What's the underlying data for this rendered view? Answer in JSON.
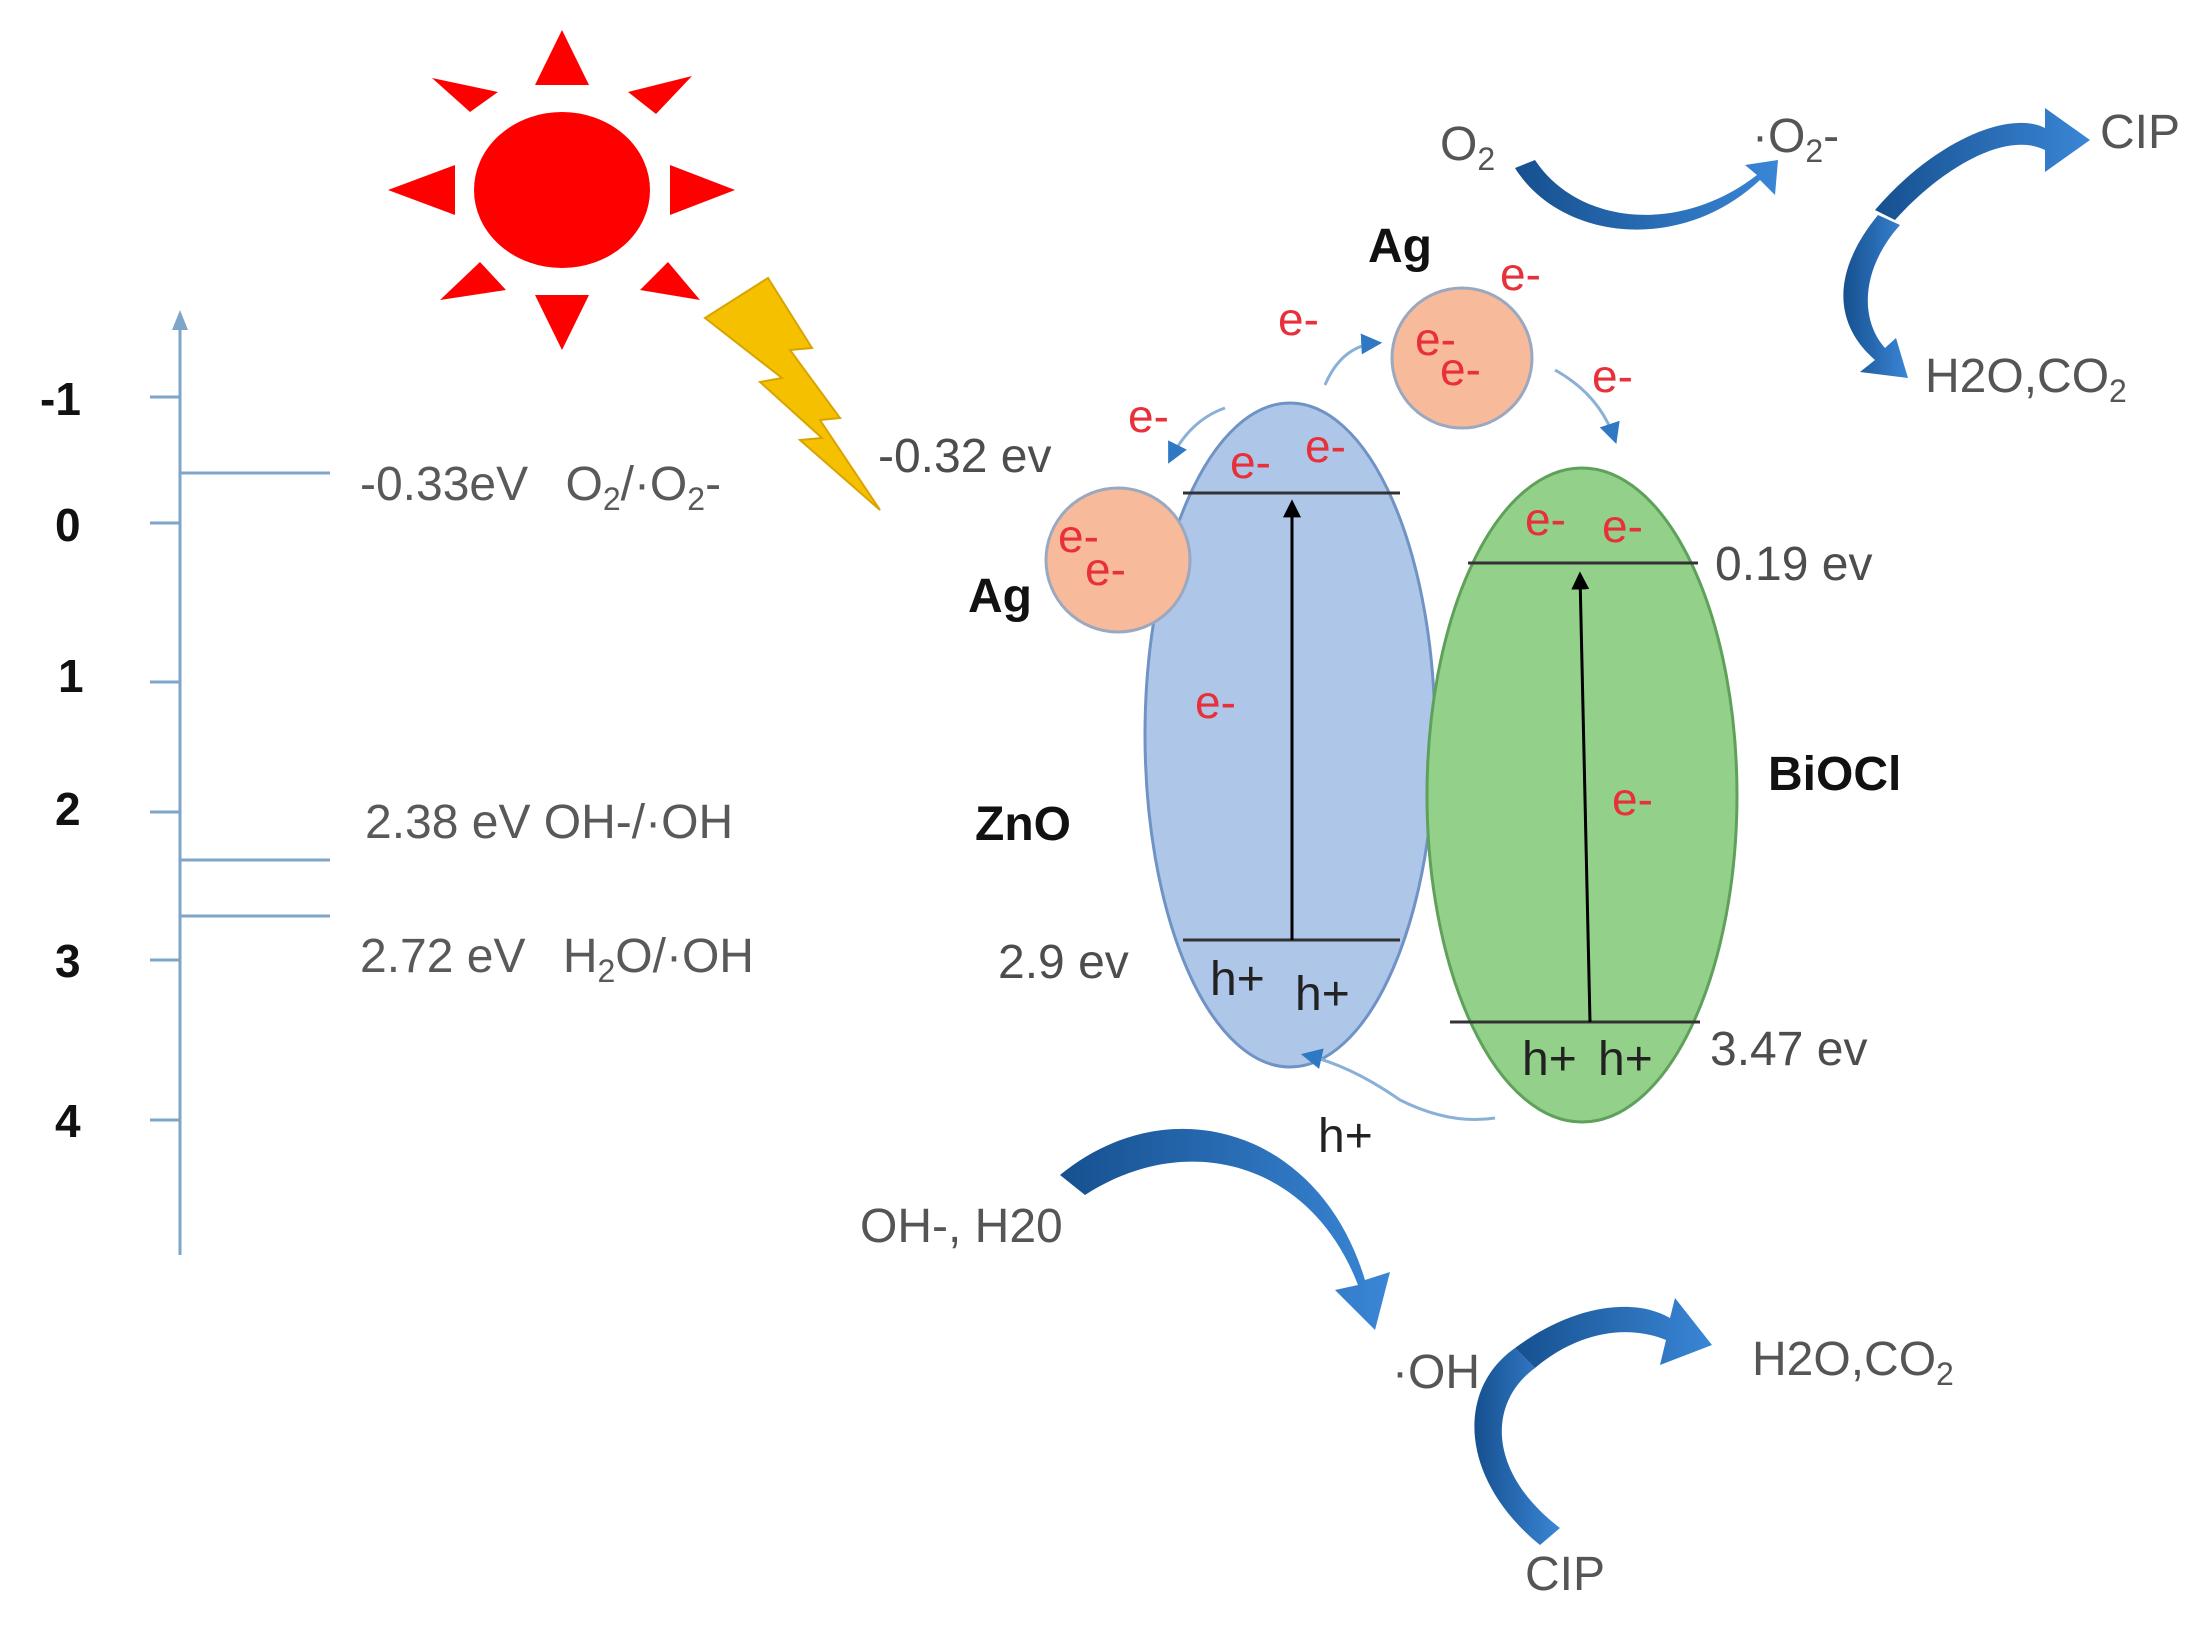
{
  "axis": {
    "ticks": [
      {
        "label": "-1",
        "value": -1
      },
      {
        "label": "0",
        "value": 0
      },
      {
        "label": "1",
        "value": 1
      },
      {
        "label": "2",
        "value": 2
      },
      {
        "label": "3",
        "value": 3
      },
      {
        "label": "4",
        "value": 4
      }
    ]
  },
  "reference_levels": [
    {
      "value": -0.33,
      "energy": "-0.33eV",
      "couple_main": "O",
      "couple_sub": "2",
      "couple_mid": "/·O",
      "couple_sub2": "2",
      "couple_end": "-"
    },
    {
      "value": 2.38,
      "label": "2.38 eV OH-/·OH"
    },
    {
      "value": 2.72,
      "energy": "2.72 eV",
      "couple_main": "H",
      "couple_sub": "2",
      "couple_end": "O/·OH"
    }
  ],
  "zno": {
    "name": "ZnO",
    "cb": "-0.32 ev",
    "vb": "2.9 ev",
    "cb_value": -0.32,
    "vb_value": 2.9,
    "color": "#aec6e8",
    "electron": "e-",
    "hole": "h+"
  },
  "biocl": {
    "name": "BiOCl",
    "cb": "0.19 ev",
    "vb": "3.47 ev",
    "cb_value": 0.19,
    "vb_value": 3.47,
    "color": "#93d08a",
    "electron": "e-",
    "hole": "h+"
  },
  "ag": {
    "name": "Ag",
    "electron": "e-",
    "color": "#f7bb9c"
  },
  "reactions": {
    "top": {
      "o2_main": "O",
      "o2_sub": "2",
      "radical_main": "·O",
      "radical_sub": "2",
      "radical_end": "-",
      "target": "CIP",
      "product_main": "H2O,CO",
      "product_sub": "2"
    },
    "bottom": {
      "reactant": "OH-, H20",
      "radical": "·OH",
      "target": "CIP",
      "product_main": "H2O,CO",
      "product_sub": "2"
    },
    "hole_transfer": "h+"
  },
  "colors": {
    "axis": "#7ea6c9",
    "sun": "#ff0000",
    "bolt": "#f5c000",
    "arrow": "#1f5fa8",
    "small_arrow": "#2f78c4"
  }
}
